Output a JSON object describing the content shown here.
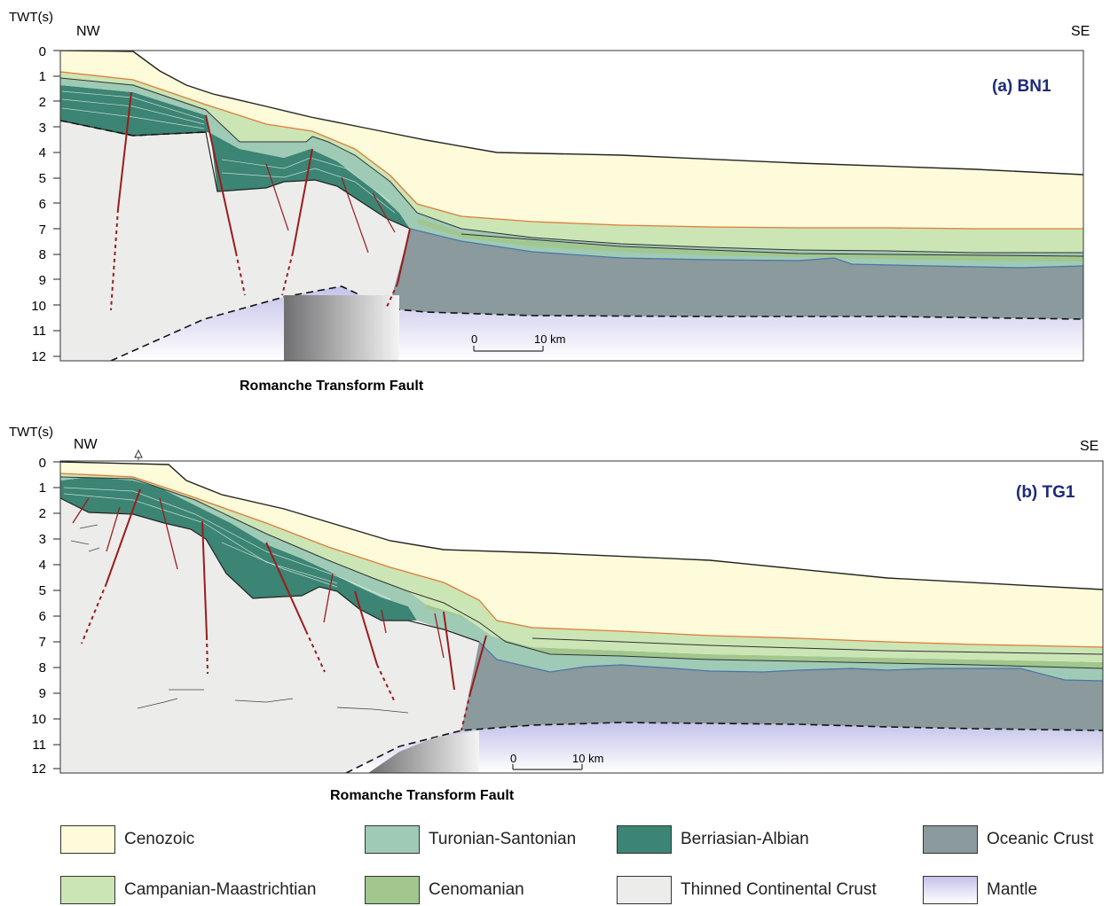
{
  "panels": [
    {
      "id": "a",
      "label": "(a) BN1",
      "axis_title": "TWT(s)",
      "left_dir": "NW",
      "right_dir": "SE",
      "ticks": [
        "0",
        "1",
        "2",
        "3",
        "4",
        "5",
        "6",
        "7",
        "8",
        "9",
        "10",
        "11",
        "12"
      ],
      "scale_start": "0",
      "scale_end": "10 km",
      "fault_label": "Romanche Transform Fault"
    },
    {
      "id": "b",
      "label": "(b) TG1",
      "axis_title": "TWT(s)",
      "left_dir": "NW",
      "right_dir": "SE",
      "ticks": [
        "0",
        "1",
        "2",
        "3",
        "4",
        "5",
        "6",
        "7",
        "8",
        "9",
        "10",
        "11",
        "12"
      ],
      "scale_start": "0",
      "scale_end": "10 km",
      "fault_label": "Romanche Transform Fault"
    }
  ],
  "legend": [
    {
      "label": "Cenozoic",
      "color": "#fdfbd9"
    },
    {
      "label": "Turonian-Santonian",
      "color": "#9fcab5"
    },
    {
      "label": "Berriasian-Albian",
      "color": "#3c8473"
    },
    {
      "label": "Oceanic Crust",
      "color": "#8a9a9d"
    },
    {
      "label": "Campanian-Maastrichtian",
      "color": "#cce5b5"
    },
    {
      "label": "Cenomanian",
      "color": "#a1c78e"
    },
    {
      "label": "Thinned Continental Crust",
      "color": "#ececeb"
    },
    {
      "label": "Mantle",
      "color": "#d9d8f0"
    }
  ],
  "colors": {
    "cenozoic": "#fdfbd9",
    "campanian": "#cce5b5",
    "cenomanian": "#a1c78e",
    "turonian": "#9fcab5",
    "berriasian": "#3c8473",
    "continental": "#ececeb",
    "oceanic": "#8a9a9d",
    "mantle": "#d9d8f0",
    "fault": "#9b1c1c",
    "title": "#1d2a7a"
  }
}
